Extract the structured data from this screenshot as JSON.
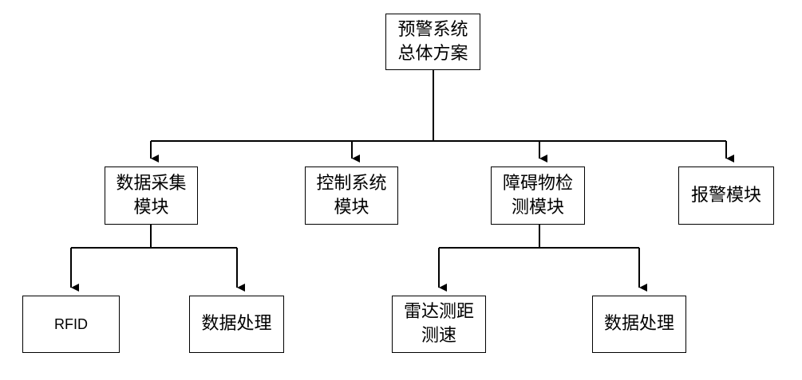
{
  "diagram": {
    "root": {
      "label": "预警系统总体方案"
    },
    "modules": [
      {
        "label": "数据采集模块"
      },
      {
        "label": "控制系统模块"
      },
      {
        "label": "障碍物检测模块"
      },
      {
        "label": "报警模块"
      }
    ],
    "sub_data": [
      {
        "label": "RFID"
      },
      {
        "label": "数据处理"
      }
    ],
    "sub_obstacle": [
      {
        "label": "雷达测距测速"
      },
      {
        "label": "数据处理"
      }
    ],
    "line_color": "#000000"
  }
}
